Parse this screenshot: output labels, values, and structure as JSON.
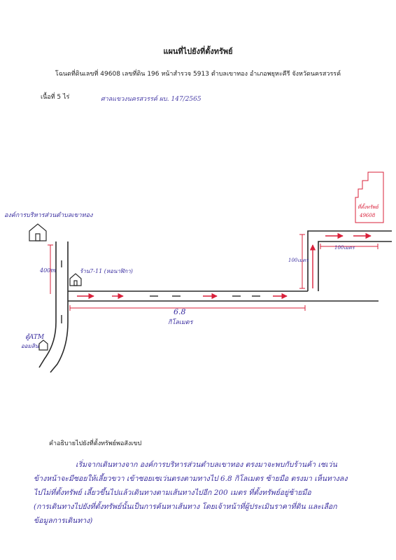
{
  "document": {
    "title": "แผนที่ไปยังที่ตั้งทรัพย์",
    "deed_line": "โฉนดที่ดินเลขที่ 49608 เลขที่ดิน 196 หน้าสำรวจ 5913 ตำบลเขาทอง อำเภอพยุหะคีรี จังหวัดนครสวรรค์",
    "area_label": "เนื้อที่ 5 ไร่",
    "handwritten_note": "ศาลแขวงนครสวรรค์ ผบ. 147/2565"
  },
  "map": {
    "landmark_tao": "องค์การบริหารส่วนตำบลเขาทอง",
    "landmark_shop": "ร้าน7-11 (หอนาฬิกา)",
    "landmark_atm": "ตู้ATM",
    "landmark_atm_sub": "ออมสิน",
    "property_label": "ที่ตั้งทรัพย์",
    "property_deed": "49608",
    "dist_main": "6.8",
    "dist_main_unit": "กิโลเมตร",
    "dist_400": "400m",
    "dist_100_vertical": "100เมตร",
    "dist_100_horizontal": "100เมตร",
    "colors": {
      "ink": "#2a2a2a",
      "red": "#d9203a",
      "blue_ink": "#3b2fa0"
    }
  },
  "description": {
    "heading": "คำอธิบายไปยังที่ตั้งทรัพย์พอสังเขป",
    "lines": [
      "เริ่มจากเดินทางจาก องค์การบริหารส่วนตำบลเขาทอง ตรงมาจะพบกับร้านค้า เซเว่น",
      "ข้างหน้าจะมีซอยให้เลี้ยวขวา เข้าซอยเซเว่นตรงตามทางไป 6.8 กิโลเมตร ซ้ายมือ ตรงมา เห็นทางลง",
      "ไปไม่ที่ตั้งทรัพย์ เลี้ยวขึ้นไปแล้วเดินทางตามเส้นทางไปอีก 200 เมตร ที่ตั้งทรัพย์อยู่ซ้ายมือ",
      "(การเดินทางไปยังที่ตั้งทรัพย์นั้นเป็นการค้นหาเส้นทาง โดยเจ้าหน้าที่ผู้ประเมินราคาที่ดิน และเลือก",
      "ข้อมูลการเดินทาง)"
    ]
  }
}
